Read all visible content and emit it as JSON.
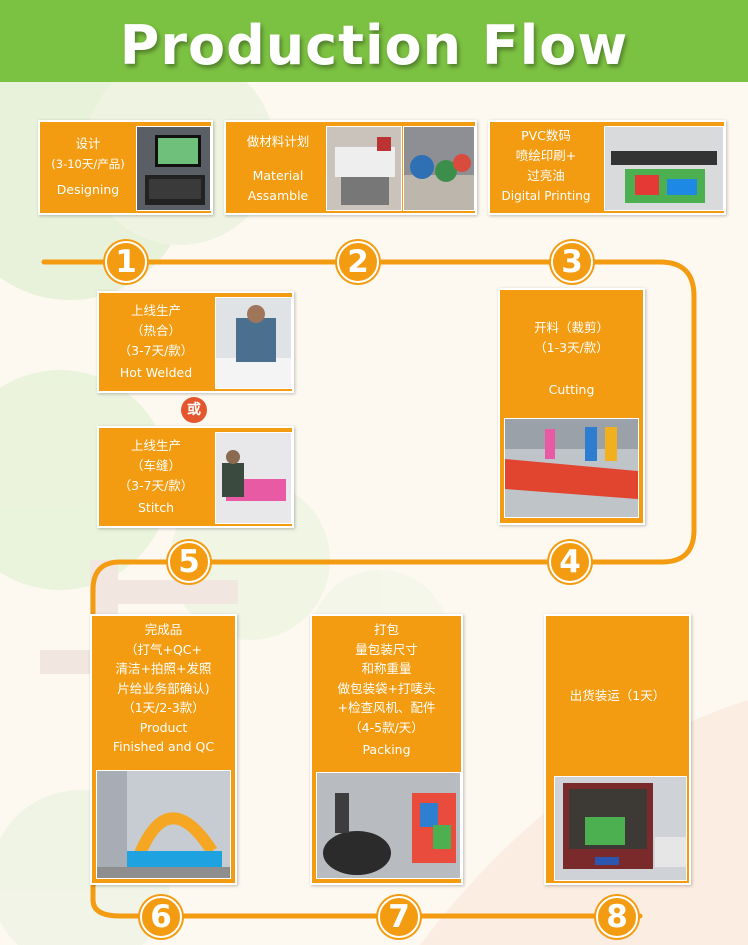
{
  "header": {
    "title": "Production Flow"
  },
  "colors": {
    "header_green": "#7cc242",
    "card_orange": "#f39c12",
    "path_orange": "#f39c12",
    "or_badge": "#e4572e"
  },
  "steps": {
    "s1": {
      "number": "1",
      "lines": [
        "设计",
        "(3-10天/产品)",
        "Designing"
      ]
    },
    "s2": {
      "number": "2",
      "lines": [
        "做材料计划",
        "Material",
        "Assamble"
      ]
    },
    "s3": {
      "number": "3",
      "lines": [
        "PVC数码",
        "喷绘印刷+",
        "过亮油",
        "Digital Printing"
      ]
    },
    "s4": {
      "number": "4",
      "lines": [
        "开料（裁剪）",
        "（1-3天/款）",
        "Cutting"
      ]
    },
    "s5a": {
      "lines": [
        "上线生产",
        "（热合）",
        "（3-7天/款）",
        "Hot Welded"
      ]
    },
    "or_label": "或",
    "s5b": {
      "lines": [
        "上线生产",
        "（车缝）",
        "（3-7天/款）",
        "Stitch"
      ]
    },
    "s5": {
      "number": "5"
    },
    "s6": {
      "number": "6",
      "lines": [
        "完成品",
        "（打气+QC+",
        "清洁+拍照+发照",
        "片给业务部确认)",
        "（1天/2-3款）",
        "Product",
        "Finished and QC"
      ]
    },
    "s7": {
      "number": "7",
      "lines": [
        "打包",
        "量包装尺寸",
        "和称重量",
        "做包装袋+打唛头",
        "+检查风机、配件",
        "（4-5款/天）",
        "Packing"
      ]
    },
    "s8": {
      "number": "8",
      "lines": [
        "出货装运（1天）"
      ]
    }
  }
}
